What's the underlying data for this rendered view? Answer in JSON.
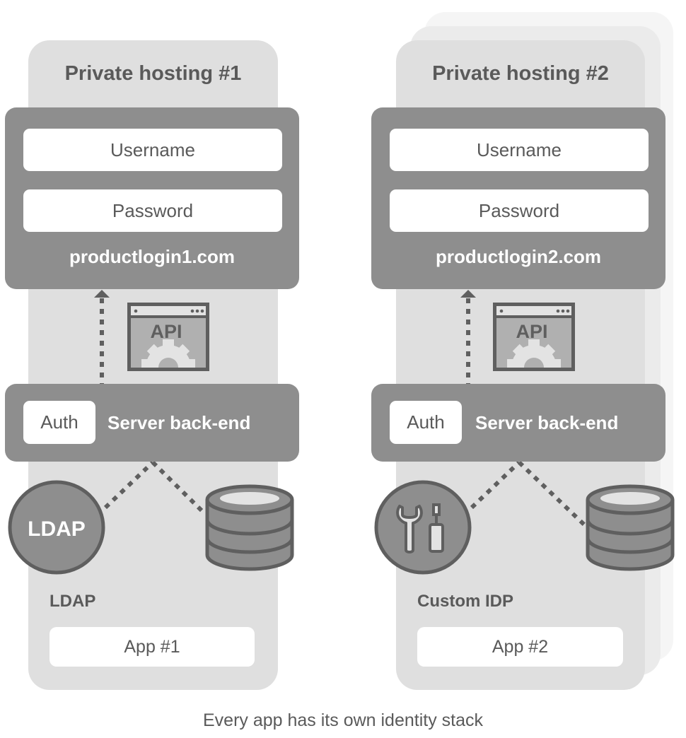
{
  "diagram": {
    "caption": "Every app has its own identity stack",
    "colors": {
      "panel_bg": "#dfdfdf",
      "dark_box": "#8e8e8e",
      "icon_stroke": "#5f5f5f",
      "white": "#ffffff",
      "text": "#5a5a5a"
    },
    "panels": [
      {
        "title": "Private hosting #1",
        "login": {
          "username_label": "Username",
          "password_label": "Password",
          "domain": "productlogin1.com"
        },
        "api_icon_label": "API",
        "server": {
          "auth_label": "Auth",
          "label": "Server back-end"
        },
        "idp": {
          "icon": "ldap-circle-icon",
          "icon_text": "LDAP",
          "label": "LDAP"
        },
        "database_icon": "database-icon",
        "app_label": "App #1",
        "stacked": false
      },
      {
        "title": "Private hosting #2",
        "login": {
          "username_label": "Username",
          "password_label": "Password",
          "domain": "productlogin2.com"
        },
        "api_icon_label": "API",
        "server": {
          "auth_label": "Auth",
          "label": "Server back-end"
        },
        "idp": {
          "icon": "wrench-screwdriver-icon",
          "icon_text": "",
          "label": "Custom IDP"
        },
        "database_icon": "database-icon",
        "app_label": "App #2",
        "stacked": true
      }
    ]
  }
}
